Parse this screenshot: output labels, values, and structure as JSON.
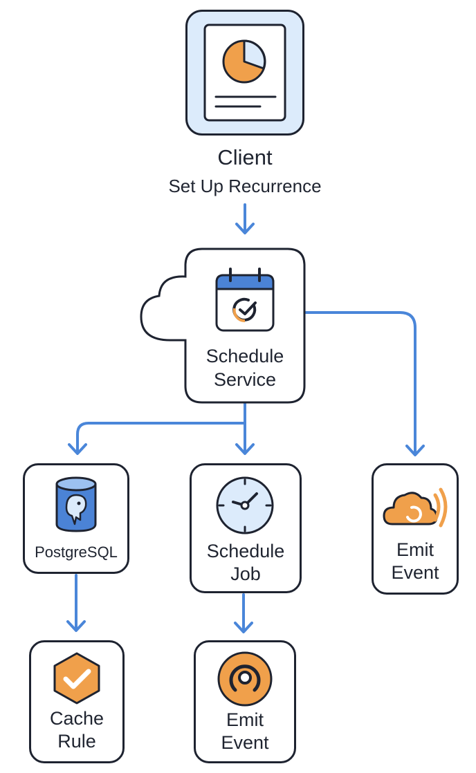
{
  "client": {
    "title": "Client",
    "subtitle": "Set Up Recurrence",
    "icon": "report-pie-chart-icon"
  },
  "schedule_service": {
    "line1": "Schedule",
    "line2": "Service",
    "icon": "calendar-check-icon",
    "shape": "cloud-bump"
  },
  "postgresql": {
    "label": "PostgreSQL",
    "icon": "database-elephant-icon"
  },
  "schedule_job": {
    "line1": "Schedule",
    "line2": "Job",
    "icon": "clock-icon"
  },
  "emit_event_right": {
    "line1": "Emit",
    "line2": "Event",
    "icon": "cloud-broadcast-icon"
  },
  "cache_rule": {
    "line1": "Cache",
    "line2": "Rule",
    "icon": "hexagon-check-icon"
  },
  "emit_event_bottom": {
    "line1": "Emit",
    "line2": "Event",
    "icon": "target-ring-icon"
  },
  "colors": {
    "arrow": "#4a86d9",
    "orange": "#f0a04b",
    "light_blue": "#dcebfb",
    "blue": "#4b83d6",
    "outline": "#1e2330"
  }
}
